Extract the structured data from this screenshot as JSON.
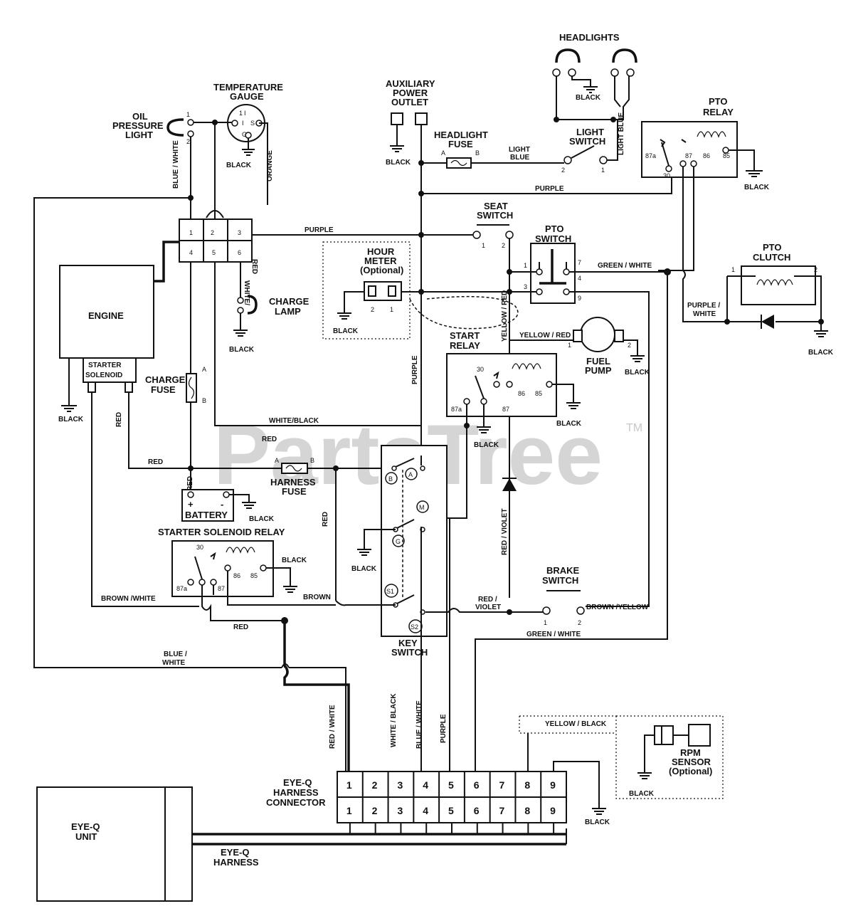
{
  "components": {
    "headlights": "HEADLIGHTS",
    "temperature_gauge": "TEMPERATURE GAUGE",
    "oil_pressure_light": "OIL PRESSURE LIGHT",
    "auxiliary_power_outlet": "AUXILIARY POWER OUTLET",
    "headlight_fuse": "HEADLIGHT FUSE",
    "light_switch": "LIGHT SWITCH",
    "pto_relay": "PTO RELAY",
    "seat_switch": "SEAT SWITCH",
    "pto_switch": "PTO SWITCH",
    "pto_clutch": "PTO CLUTCH",
    "hour_meter": "HOUR METER",
    "hour_meter_note": "(Optional)",
    "engine": "ENGINE",
    "starter_solenoid": "STARTER SOLENOID",
    "charge_lamp": "CHARGE LAMP",
    "charge_fuse": "CHARGE FUSE",
    "start_relay": "START RELAY",
    "fuel_pump": "FUEL PUMP",
    "harness_fuse": "HARNESS FUSE",
    "battery": "BATTERY",
    "starter_solenoid_relay": "STARTER SOLENOID RELAY",
    "key_switch": "KEY SWITCH",
    "brake_switch": "BRAKE SWITCH",
    "rpm_sensor": "RPM SENSOR",
    "rpm_sensor_note": "(Optional)",
    "eye_q_connector": "EYE-Q HARNESS CONNECTOR",
    "eye_q_unit": "EYE-Q UNIT",
    "eye_q_harness": "EYE-Q HARNESS"
  },
  "wires": {
    "black": "BLACK",
    "purple": "PURPLE",
    "light_blue": "LIGHT BLUE",
    "blue_white": "BLUE / WHITE",
    "orange": "ORANGE",
    "green_white": "GREEN / WHITE",
    "purple_white": "PURPLE / WHITE",
    "yellow_red": "YELLOW / RED",
    "white_red": "WHITE / RED",
    "white_black": "WHITE/BLACK",
    "red": "RED",
    "red_violet": "RED / VIOLET",
    "brown_white": "BROWN /WHITE",
    "brown": "BROWN",
    "brown_yellow": "BROWN /YELLOW",
    "yellow_black": "YELLOW / BLACK",
    "red_white": "RED / WHITE",
    "white_black_v": "WHITE / BLACK",
    "blue_white_v": "BLUE / WHITE"
  },
  "terminals": {
    "a": "A",
    "b": "B",
    "t1": "1",
    "t2": "2",
    "t3": "3",
    "t4": "4",
    "t5": "5",
    "t6": "6",
    "t7": "7",
    "t8": "8",
    "t9": "9",
    "r30": "30",
    "r85": "85",
    "r86": "86",
    "r87": "87",
    "r87a": "87a",
    "i": "I",
    "s": "S",
    "g": "G",
    "plus": "+",
    "minus": "-",
    "key_a": "A",
    "key_b": "B",
    "key_m": "M",
    "key_g": "G",
    "key_s1": "S1",
    "key_s2": "S2"
  },
  "connector_pins": [
    "1",
    "2",
    "3",
    "4",
    "5",
    "6",
    "7",
    "8",
    "9"
  ],
  "watermark": {
    "text": "PartsTree",
    "mark": "TM"
  }
}
